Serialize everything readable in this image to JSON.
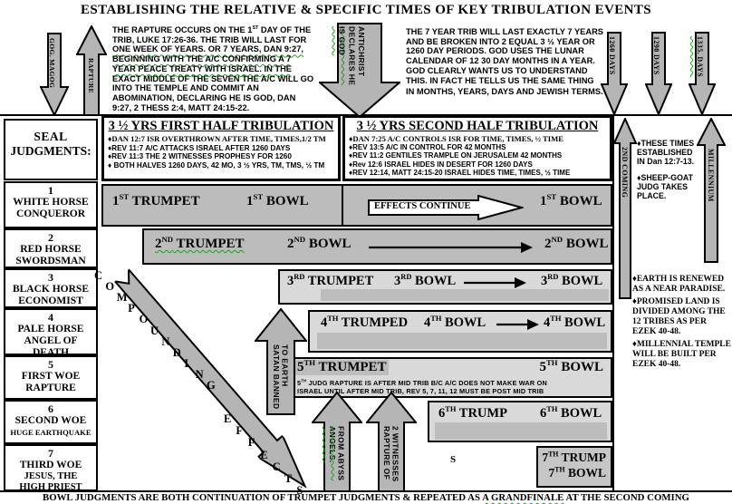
{
  "title": "ESTABLISHING THE RELATIVE & SPECIFIC TIMES OF KEY TRIBULATION EVENTS",
  "top": {
    "left_arrows": [
      "GOG. MAGOG",
      "RAPTURE"
    ],
    "left_paragraph": [
      "THE RAPTURE OCCURS ON THE 1ST DAY OF THE",
      "TRIB, LUKE 17:26-36.  THE TRIB WILL LAST FOR",
      "ONE WEEK OF YEARS. OR 7 YEARS, DAN 9:27,",
      "BEGINNING WITH THE A/C CONFIRMING A 7",
      "YEAR PEACE TREATY WITH ISRAEL.  IN THE",
      "EXACT MIDDLE OF THE SEVEN THE A/C WILL GO",
      "INTO THE TEMPLE AND COMMIT AN",
      "ABOMINATION, DECLARING HE IS GOD, DAN",
      "9:27, 2 THESS 2:4, MATT 24:15-22."
    ],
    "antichrist_lines": [
      "ANTICHRIST",
      "DECLARES  HE",
      "IS GOD"
    ],
    "right_paragraph": [
      "THE 7 YEAR TRIB WILL LAST EXACTLY 7 YEARS",
      "AND BE BROKEN INTO 2 EQUAL 3 ½ YEAR OR",
      "1260 DAY PERIODS.  GOD USES THE LUNAR",
      "CALENDAR OF 12 30 DAY MONTHS IN A YEAR.",
      "GOD CLEARLY WANTS US TO UNDERSTAND",
      "THIS.  IN FACT HE TELLS US THE SAME THING",
      "IN MONTHS, YEARS, DAYS AND JEWISH TERMS."
    ],
    "day_arrows": [
      "1260 DAYS",
      "1290 DAYS",
      "1335. DAYS"
    ]
  },
  "table": {
    "seal_header": {
      "line1": "SEAL",
      "line2": "JUDGMENTS:"
    },
    "first_half": {
      "title": "3 ½ YRS FIRST HALF TRIBULATION",
      "bullets": [
        "♦DAN 12:7 ISR OVERTHROWN AFTER TIME, TIMES,1/2 TM",
        "♦REV 11:7 A/C ATTACKS ISRAEL AFTER 1260 DAYS",
        "♦REV 11:3 THE 2 WITNESSES PROPHESY FOR 1260",
        "♦ BOTH HALVES 1260 DAYS, 42 MO, 3 ½ YRS, TM, TMS, ½ TM"
      ]
    },
    "second_half": {
      "title": "3 ½ YRS SECOND HALF TRIBULATION",
      "bullets": [
        "♦DAN 7:25 A/C CONTROLS ISR FOR TIME, TIMES, ½ TIME",
        "♦REV 13:5 A/C IN CONTROL FOR 42 MONTHS",
        "♦REV 11:2 GENTILES TRAMPLE ON JERUSALEM 42 MONTHS",
        "♦Rev 12:6 ISRAEL HIDES IN DESERT FOR 1260 DAYS",
        "♦REV 12:14, MATT 24:15-20 ISRAEL HIDES TIME, TIMES, ½ TIME"
      ]
    },
    "seal_rows": [
      {
        "num": "1",
        "name": "WHITE HORSE",
        "sub": "CONQUEROR"
      },
      {
        "num": "2",
        "name": "RED HORSE",
        "sub": "SWORDSMAN"
      },
      {
        "num": "3",
        "name": "BLACK  HORSE",
        "sub": "ECONOMIST"
      },
      {
        "num": "4",
        "name": "PALE  HORSE",
        "sub": "ANGEL OF DEATH"
      },
      {
        "num": "5",
        "name": "FIRST  WOE",
        "sub": "RAPTURE"
      },
      {
        "num": "6",
        "name": "SECOND  WOE",
        "sub": "HUGE EARTHQUAKE"
      },
      {
        "num": "7",
        "name": "THIRD  WOE",
        "sub": "JESUS, THE HIGH PRIEST"
      }
    ]
  },
  "chart": {
    "row1": {
      "trumpet": "1ST TRUMPET",
      "bowl": "1ST BOWL",
      "effects": "EFFECTS CONTINUE",
      "bowl2": "1ST BOWL"
    },
    "row2": {
      "trumpet": "2ND  TRUMPET",
      "bowl": "2ND  BOWL",
      "bowl2": "2ND  BOWL"
    },
    "row3": {
      "trumpet": "3RD TRUMPET",
      "bowl": "3RD BOWL",
      "bowl2": "3RD BOWL"
    },
    "row4": {
      "trumpet": "4TH TRUMPED",
      "bowl": "4TH BOWL",
      "bowl2": "4TH BOWL"
    },
    "row5": {
      "trumpet": "5TH TRUMPET",
      "bowl": "5TH BOWL",
      "note1": "5TH JUDG RAPTURE IS AFTER MID TRIB B/C A/C DOES NOT MAKE WAR ON",
      "note2": "ISRAEL UNTIL AFTER MID TRIB, REV 5, 7, 11, 12 MUST BE POST  MID TRIB"
    },
    "row6": {
      "trumpet": "6TH TRUMP",
      "bowl": "6TH BOWL"
    },
    "row7": {
      "line1": "7TH TRUMP",
      "line2": "7TH BOWL"
    },
    "diagonal_word1": "COMPOUNDING",
    "diagonal_word2": "EFFECTS",
    "stray_s": "S",
    "satan_lines": [
      "SATAN BANNED",
      "TO EARTH"
    ],
    "angels_lines": [
      "ANGELS.",
      "FROM ABYSS"
    ],
    "witnesses_lines": [
      "RAPTURE OF",
      "2 WITNESSES"
    ]
  },
  "right_panel": {
    "coming": "2ND COMING",
    "millennium": "MILLENNIUM",
    "notes1": [
      "♦THESE TIMES ESTABLISHED IN Dan 12:7-13.",
      "♦SHEEP-GOAT JUDG TAKES PLACE."
    ],
    "notes2": [
      "♦EARTH IS RENEWED AS A NEAR PARADISE.",
      "♦PROMISED LAND IS DIVIDED AMONG THE 12 TRIBES AS PER EZEK 40-48.",
      "♦MILLENNIAL TEMPLE WILL BE BUILT PER EZEK 40-48."
    ]
  },
  "footer": {
    "pre": "BOWL JUDGMENTS ARE BOTH CONTINUATION OF TRUMPET JUDGMENTS & REPEATED AS ",
    "wavy": "A  GRANDFINALE",
    "post": " AT THE SECOND COMING"
  },
  "colors": {
    "bar_gray": "#bcbcbc",
    "bar_light": "#d9d9d9",
    "arrow_gray": "#b5b5b5",
    "wavy_green": "#1f9d1f",
    "text": "#000000",
    "background": "#ffffff"
  }
}
